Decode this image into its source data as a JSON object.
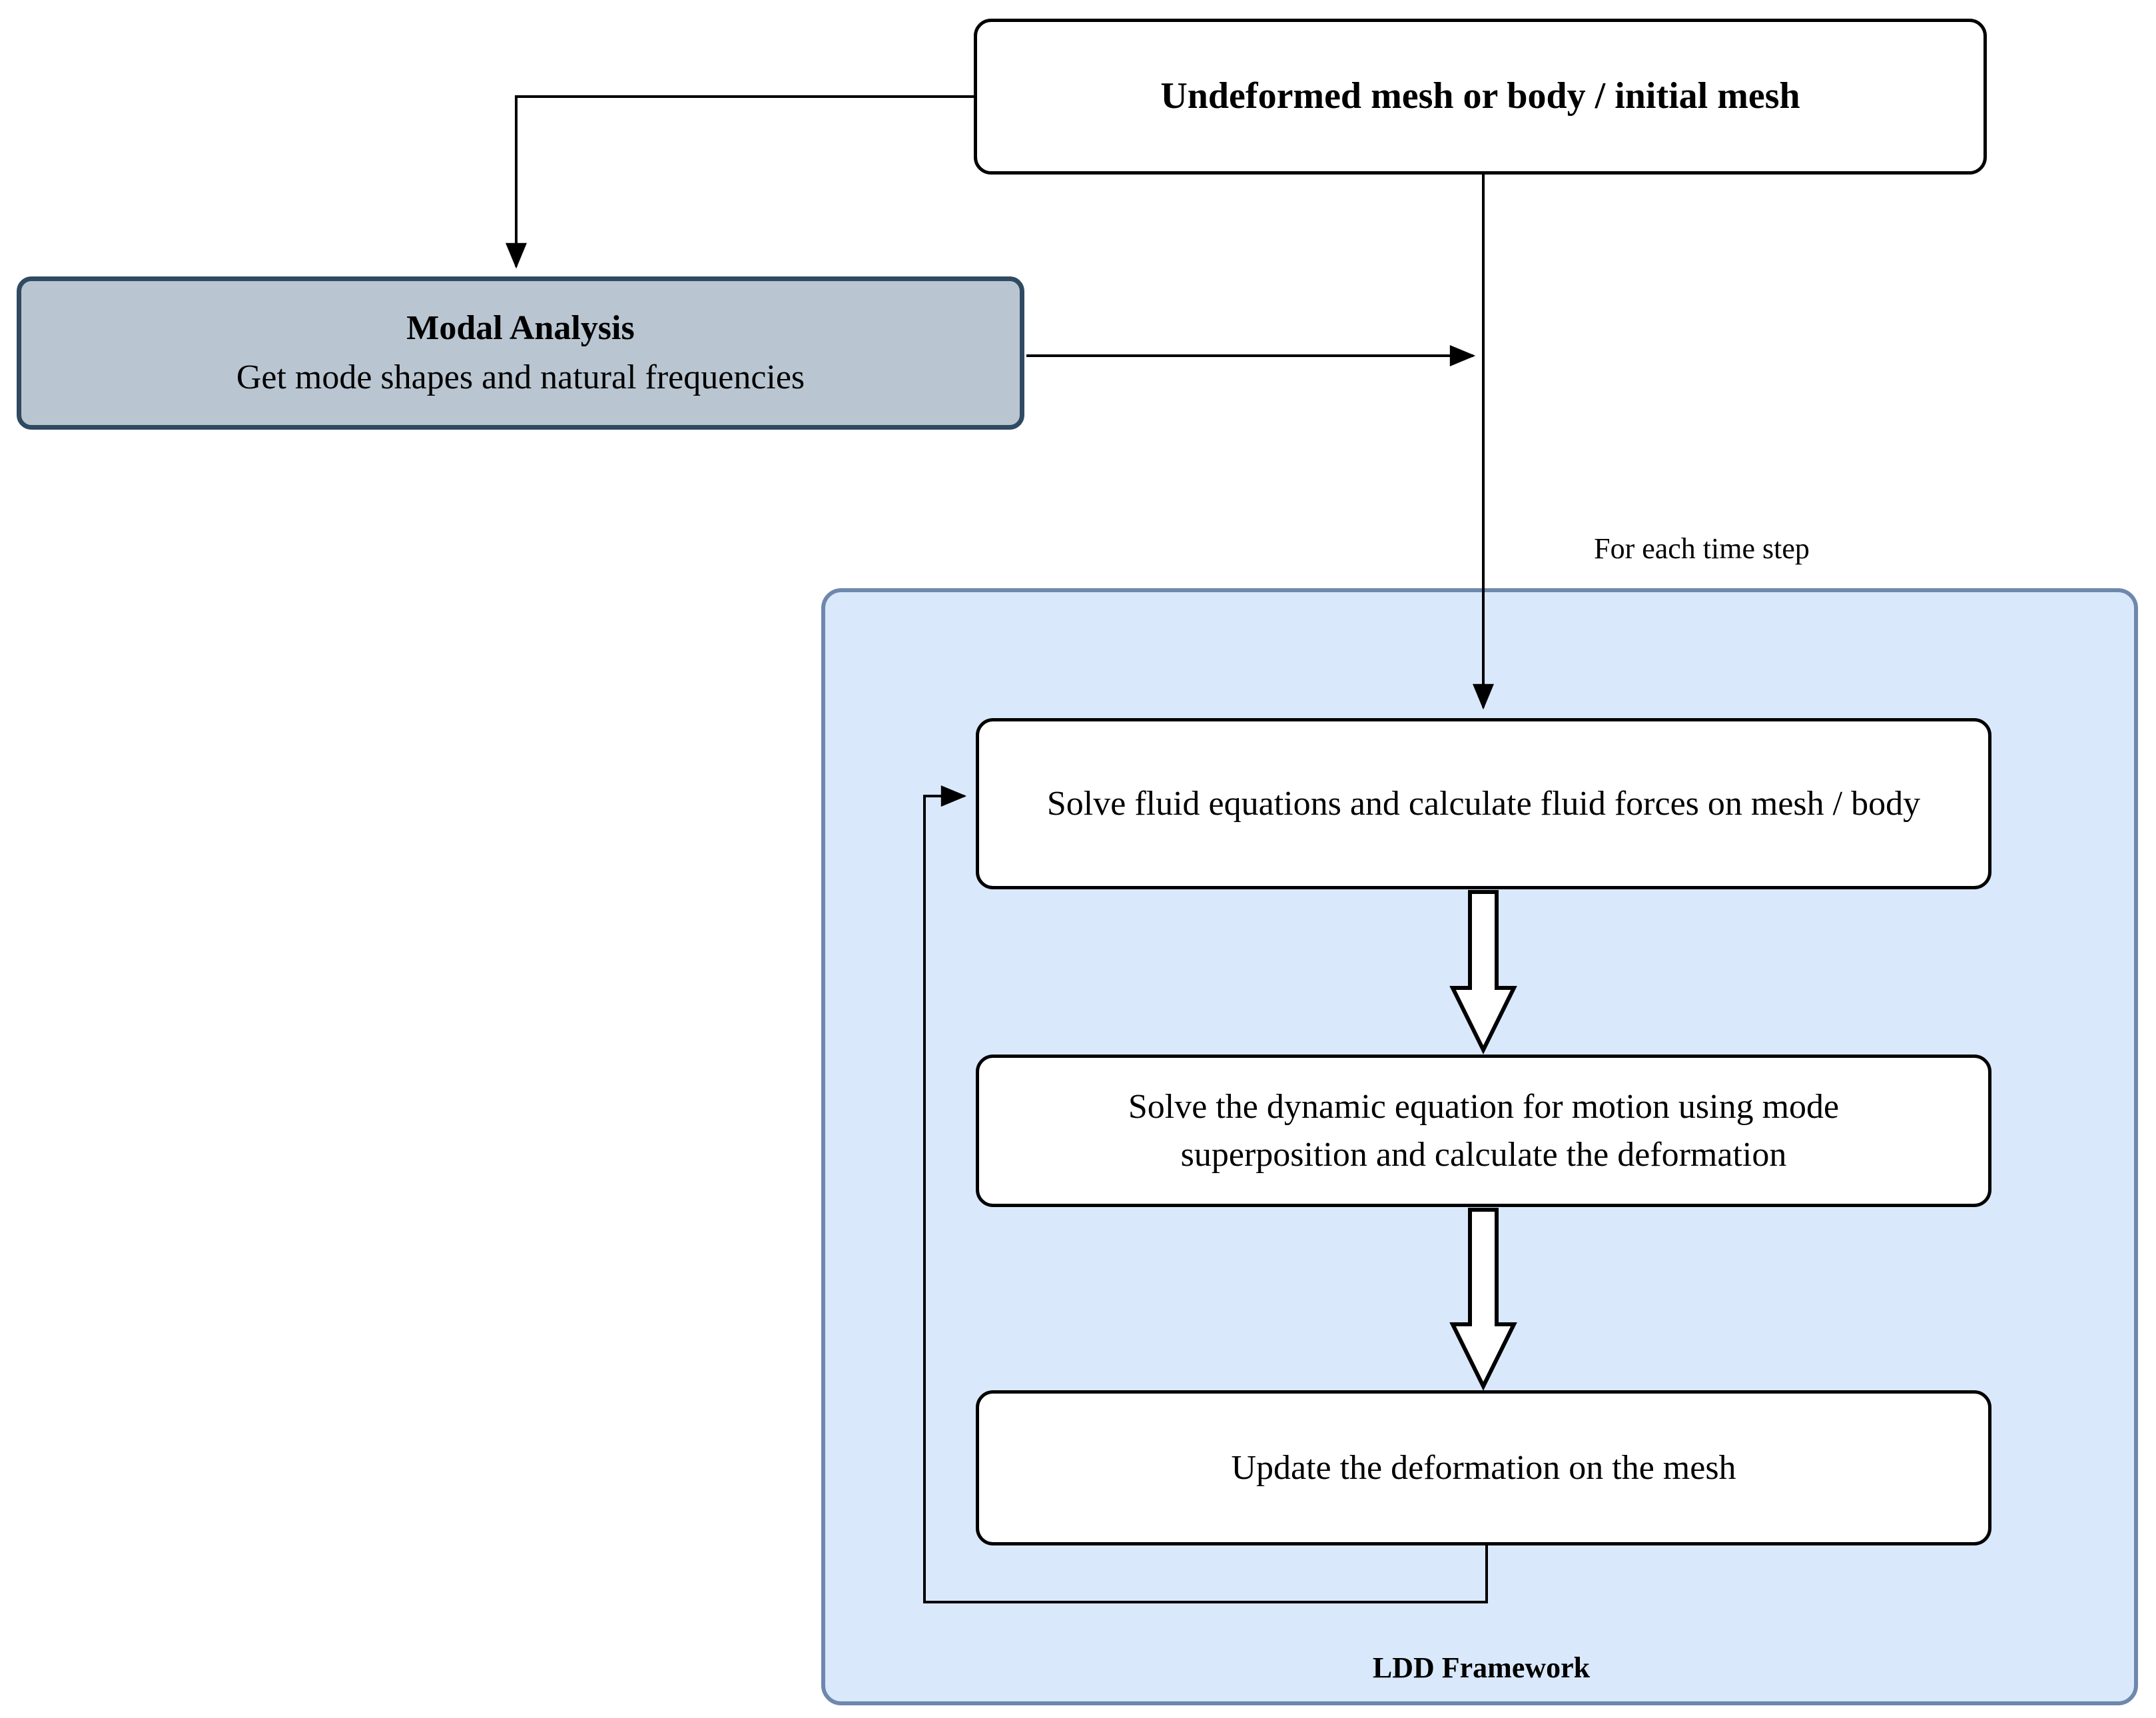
{
  "diagram": {
    "nodes": {
      "initial": {
        "label": "Undeformed mesh or body / initial mesh"
      },
      "modal": {
        "title": "Modal Analysis",
        "subtitle": "Get mode shapes and natural frequencies"
      },
      "solve_fluid": {
        "label": "Solve fluid equations and calculate fluid forces on mesh / body"
      },
      "solve_dynamic": {
        "label": "Solve the dynamic equation for motion using mode superposition and calculate the deformation"
      },
      "update": {
        "label": "Update the deformation on the mesh"
      }
    },
    "annotations": {
      "loop_label": "For each time step",
      "container_label": "LDD Framework"
    },
    "colors": {
      "canvas_bg": "#ffffff",
      "node_fill": "#ffffff",
      "node_border": "#000000",
      "modal_fill": "#b9c5d0",
      "modal_border": "#2f4a61",
      "container_fill": "#dae8fc",
      "container_border": "#6e88ad",
      "connector": "#000000",
      "text": "#000000"
    }
  }
}
